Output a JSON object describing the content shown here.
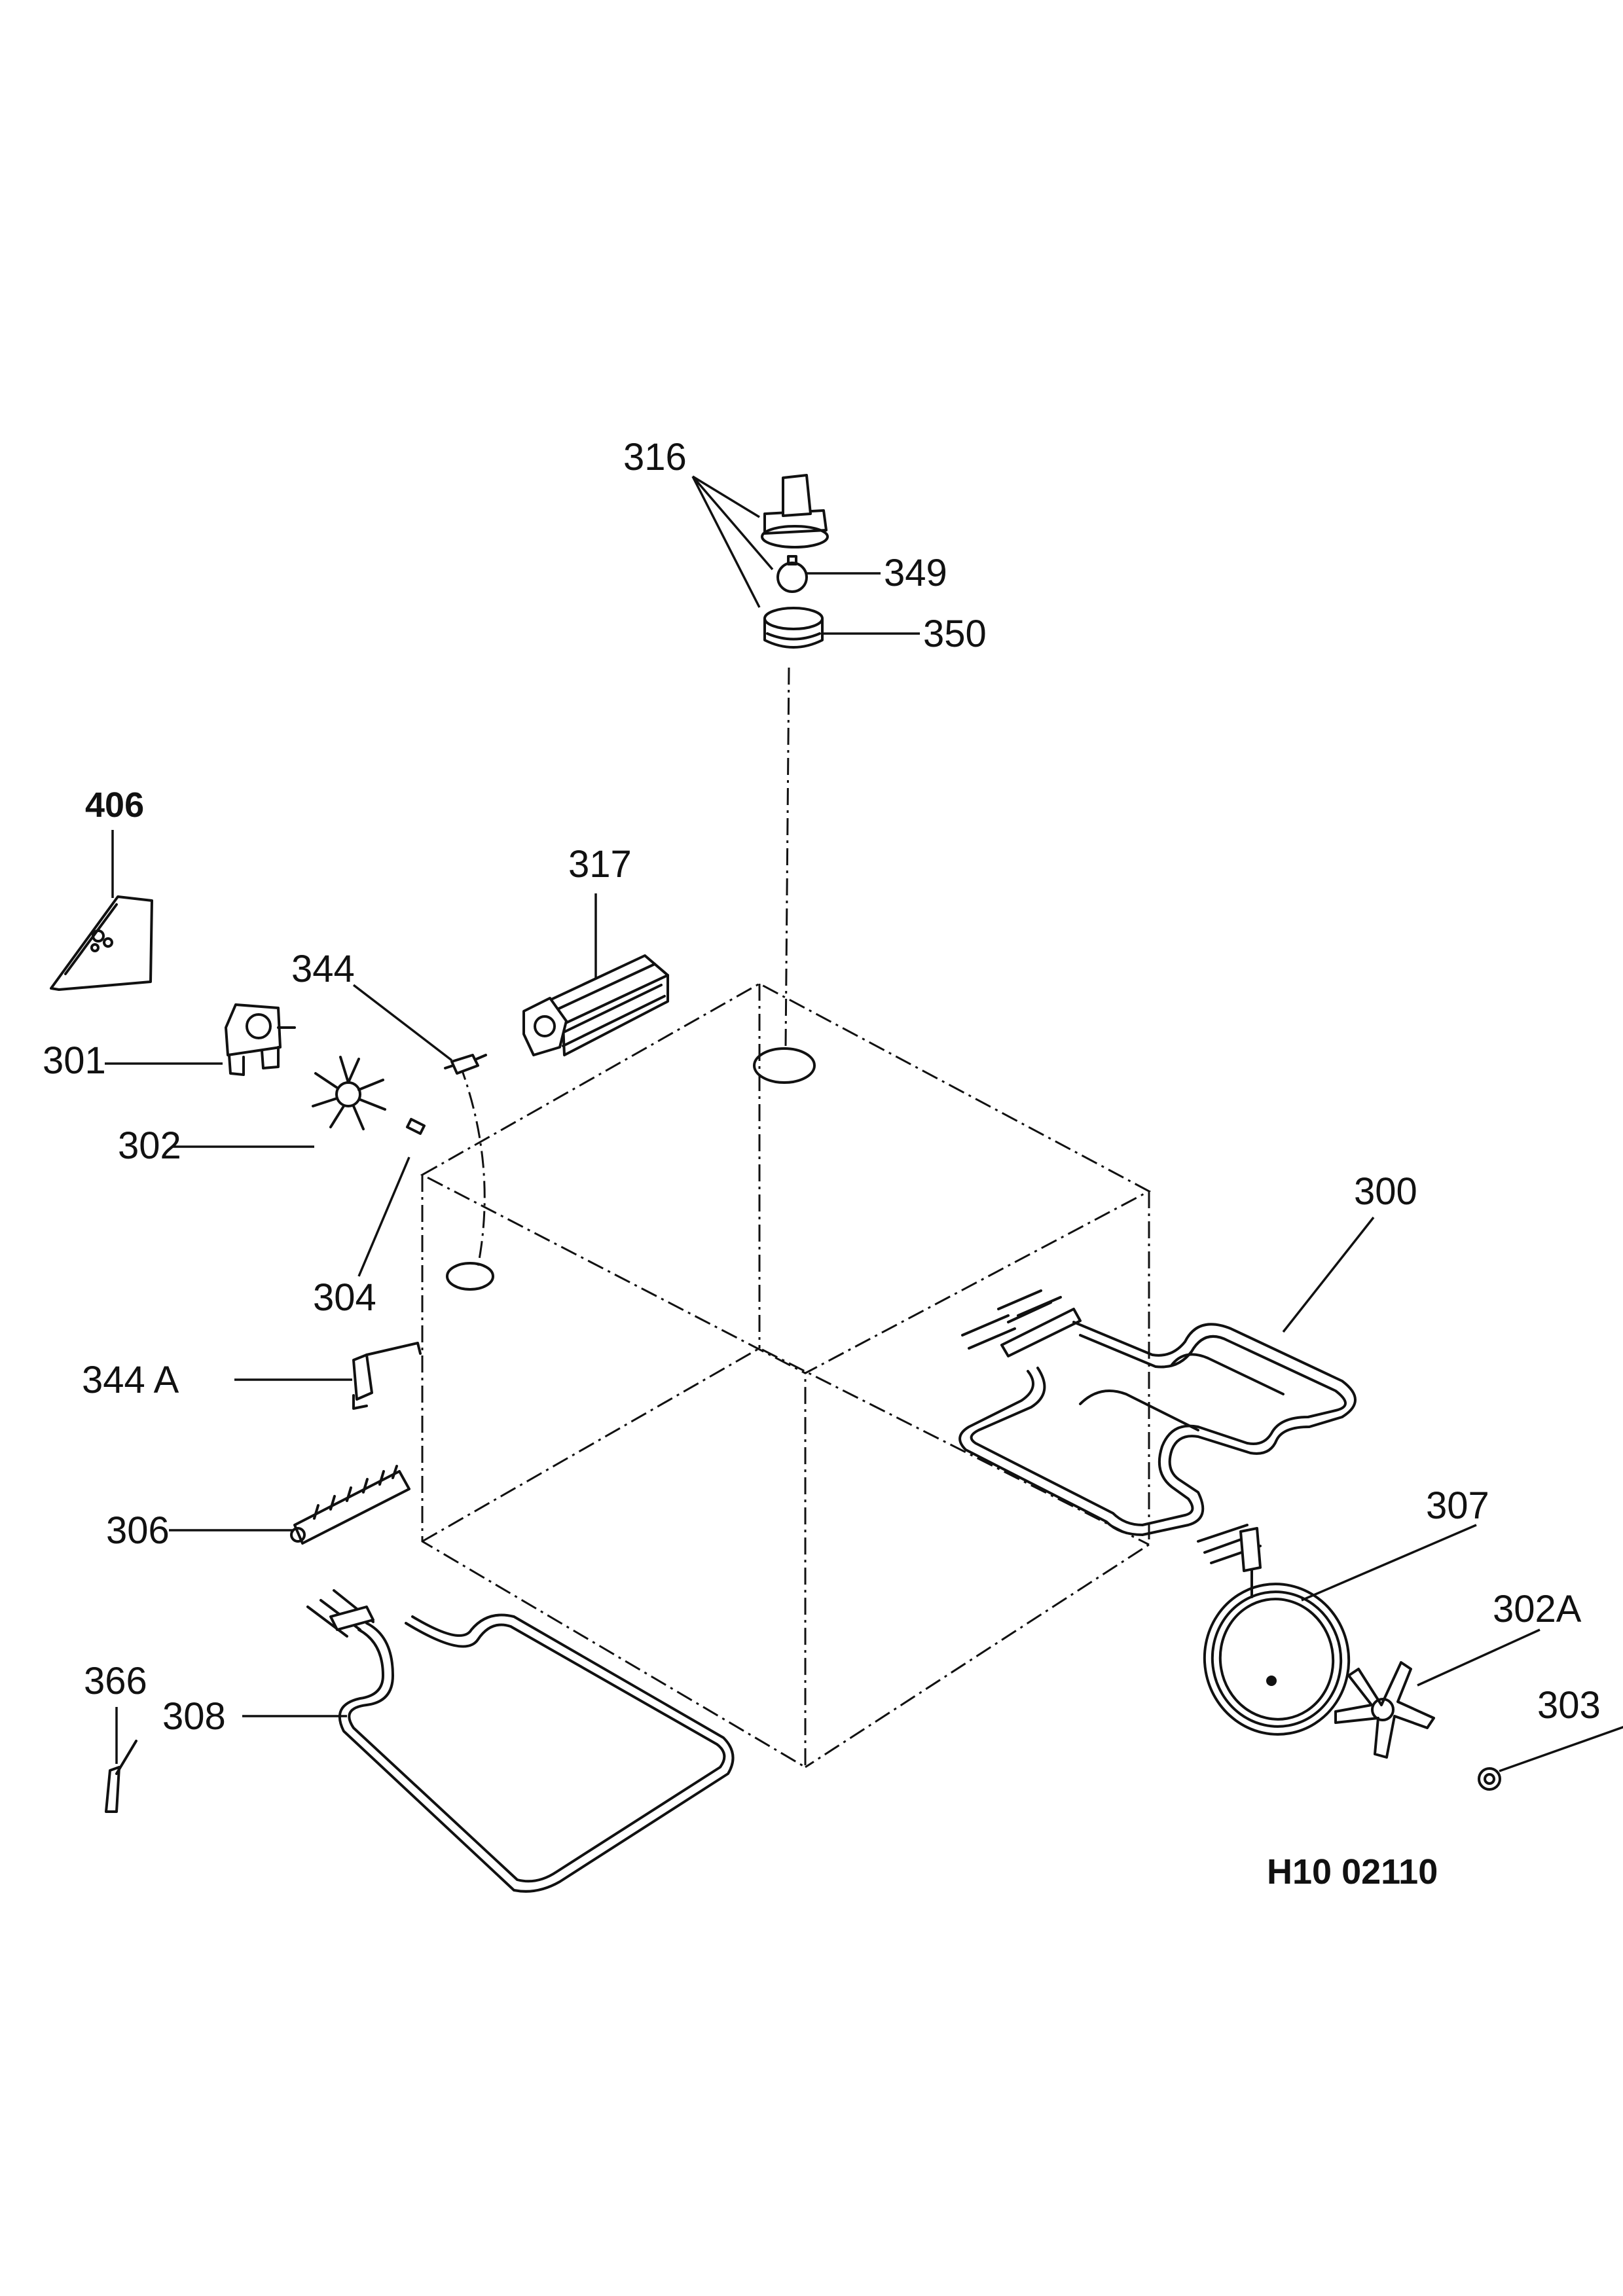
{
  "drawing_code": "H10 02110",
  "labels": {
    "p300": "300",
    "p301": "301",
    "p302": "302",
    "p302a": "302A",
    "p303": "303",
    "p304": "304",
    "p306": "306",
    "p307": "307",
    "p308": "308",
    "p316": "316",
    "p317": "317",
    "p344": "344",
    "p344a": "344 A",
    "p349": "349",
    "p350": "350",
    "p366": "366",
    "p406": "406"
  }
}
